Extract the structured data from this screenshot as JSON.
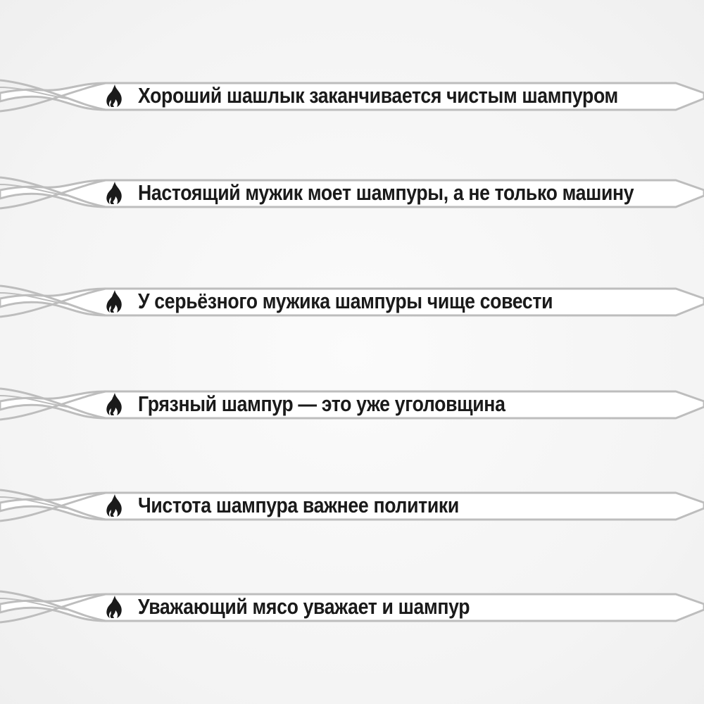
{
  "slogans": [
    {
      "icon": "flame-icon",
      "text": "Хороший шашлык заканчивается чистым шампуром"
    },
    {
      "icon": "flame-icon",
      "text": "Настоящий мужик моет шампуры, а не только машину"
    },
    {
      "icon": "flame-icon",
      "text": "У серьёзного мужика шампуры чище совести"
    },
    {
      "icon": "flame-icon",
      "text": "Грязный шампур — это уже уголовщина"
    },
    {
      "icon": "flame-icon",
      "text": "Чистота шампура важнее политики"
    },
    {
      "icon": "flame-icon",
      "text": "Уважающий мясо уважает и шампур"
    }
  ],
  "colors": {
    "background": "#f7f7f7",
    "rod_stroke": "#bdbdbd",
    "rod_fill": "#ffffff",
    "text": "#1a1a1a",
    "icon": "#1a1a1a"
  }
}
